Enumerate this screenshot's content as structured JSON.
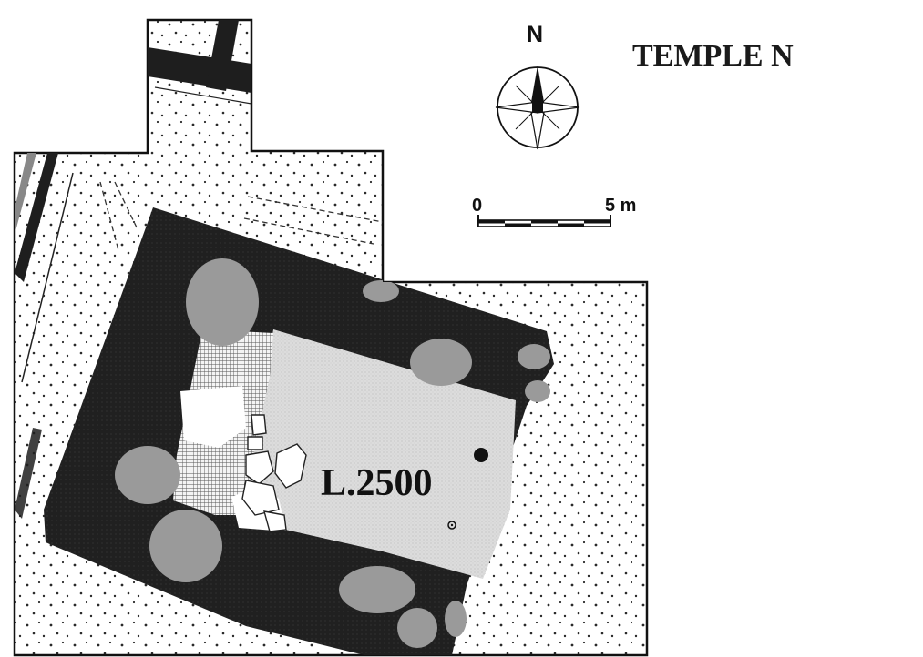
{
  "map": {
    "title": "TEMPLE N",
    "north_label": "N",
    "scale_start": "0",
    "scale_end": "5 m",
    "locus_label": "L.2500"
  },
  "colors": {
    "wall": "#1e1e1e",
    "stone": "#9a9a9a",
    "floor": "#d8d8d8",
    "dots": "#2a2a2a",
    "outline": "#111111"
  }
}
